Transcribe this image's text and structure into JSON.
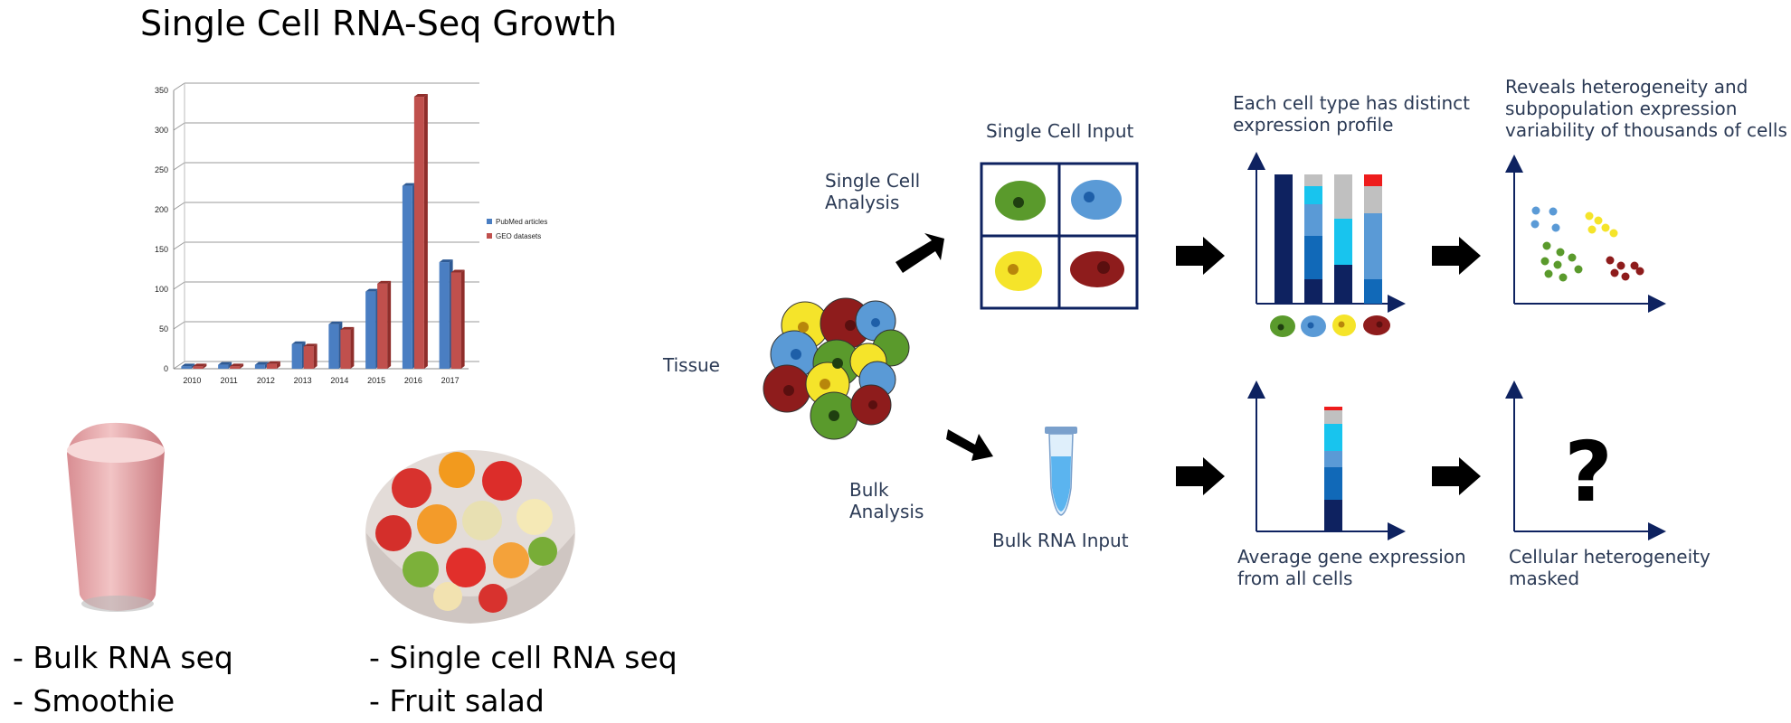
{
  "title": "Single Cell RNA-Seq Growth",
  "chart_data": {
    "type": "bar",
    "categories": [
      "2010",
      "2011",
      "2012",
      "2013",
      "2014",
      "2015",
      "2016",
      "2017"
    ],
    "series": [
      {
        "name": "PubMed articles",
        "color": "#4a7ec2",
        "values": [
          3,
          5,
          5,
          31,
          56,
          97,
          230,
          134
        ]
      },
      {
        "name": "GEO datasets",
        "color": "#c0504d",
        "values": [
          3,
          3,
          6,
          28,
          49,
          107,
          342,
          121
        ]
      }
    ],
    "ylim": [
      0,
      350
    ],
    "yticks": [
      0,
      50,
      100,
      150,
      200,
      250,
      300,
      350
    ],
    "grid": true,
    "legend": "right"
  },
  "bulk_list": [
    "- Bulk RNA seq",
    "- Smoothie"
  ],
  "single_list": [
    "- Single cell RNA seq",
    "- Fruit salad"
  ],
  "diagram": {
    "tissue": "Tissue",
    "single_analysis": [
      "Single Cell",
      "Analysis"
    ],
    "bulk_analysis": [
      "Bulk",
      "Analysis"
    ],
    "single_input": "Single Cell Input",
    "bulk_input": "Bulk RNA Input",
    "distinct_profile": [
      "Each cell type has distinct",
      "expression profile"
    ],
    "heterogeneity": [
      "Reveals heterogeneity and",
      "subpopulation expression",
      "variability of thousands of cells"
    ],
    "average_expression": [
      "Average gene expression",
      "from all cells"
    ],
    "masked": [
      "Cellular heterogeneity",
      "masked"
    ],
    "question": "?"
  },
  "colors": {
    "green": "#5a9a2c",
    "blue": "#5a9ad6",
    "yellow": "#f5e42a",
    "red": "#8e1c1c",
    "navy": "#0e2260",
    "mid_blue": "#1169b8",
    "cyan": "#18c4ee",
    "grey": "#c0c0c0",
    "bright_red": "#ee1c1c"
  }
}
